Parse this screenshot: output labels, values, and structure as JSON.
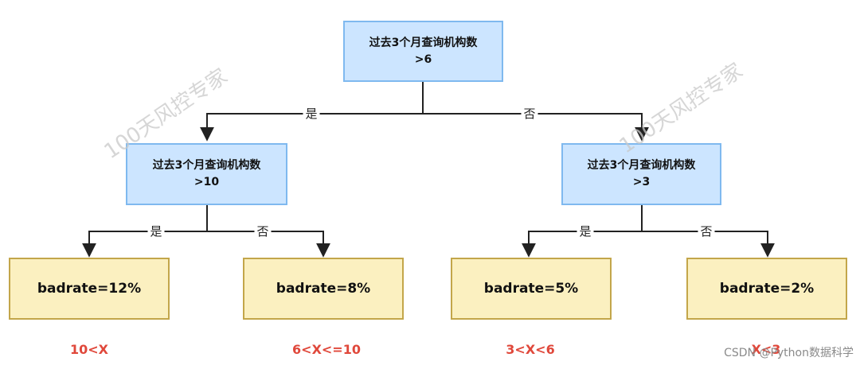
{
  "colors": {
    "decision_fill": "#cce5ff",
    "decision_border": "#7fb9ef",
    "leaf_fill": "#fbf0c0",
    "leaf_border": "#c3a64a",
    "range_text": "#e0483b",
    "connector": "#222222"
  },
  "tree": {
    "root": {
      "line1": "过去3个月查询机构数",
      "line2": ">6"
    },
    "left": {
      "line1": "过去3个月查询机构数",
      "line2": ">10"
    },
    "right": {
      "line1": "过去3个月查询机构数",
      "line2": ">3"
    },
    "leaves": [
      {
        "label": "badrate=12%",
        "range": "10<X"
      },
      {
        "label": "badrate=8%",
        "range": "6<X<=10"
      },
      {
        "label": "badrate=5%",
        "range": "3<X<6"
      },
      {
        "label": "badrate=2%",
        "range": "X<3"
      }
    ],
    "yes_label": "是",
    "no_label": "否"
  },
  "watermark": "100天风控专家",
  "credit": "CSDN @Python数据科学"
}
